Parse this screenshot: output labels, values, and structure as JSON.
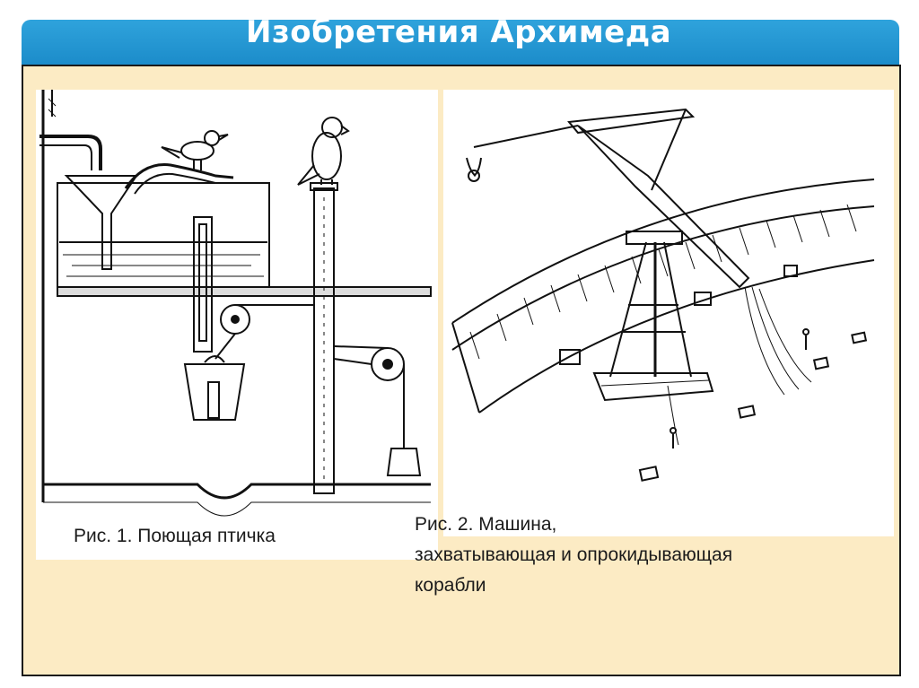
{
  "slide": {
    "title": "Изобретения Архимеда",
    "colors": {
      "header": "#1b8bc9",
      "panel": "#fcebc4",
      "border": "#1a1a1a"
    }
  },
  "figure1": {
    "caption": "Рис. 1. Поющая птичка",
    "illustration": "singing-bird-mechanism"
  },
  "figure2": {
    "caption_line1": "Рис. 2. Машина,",
    "caption_line2": "захватывающая и опрокидывающая",
    "caption_line3": "корабли",
    "illustration": "ship-grabbing-crane"
  }
}
